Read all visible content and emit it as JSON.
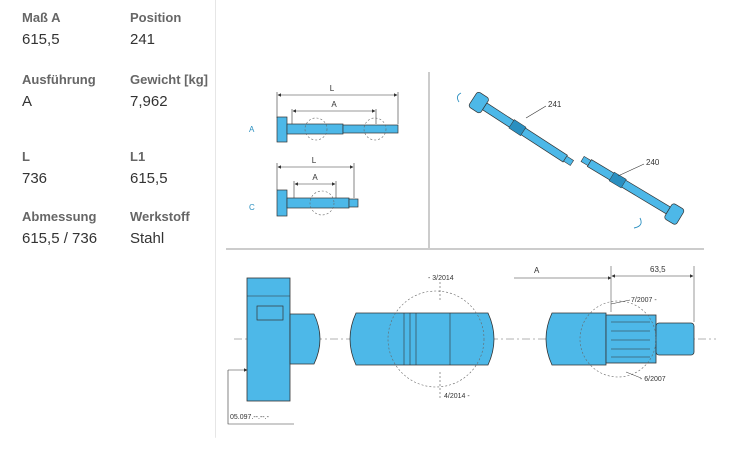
{
  "specs": [
    {
      "label": "Maß A",
      "value": "615,5"
    },
    {
      "label": "Position",
      "value": "241"
    },
    {
      "label": "Ausführung",
      "value": "A"
    },
    {
      "label": "Gewicht [kg]",
      "value": "7,962"
    },
    {
      "label": "L",
      "value": "736"
    },
    {
      "label": "L1",
      "value": "615,5"
    },
    {
      "label": "Abmessung",
      "value": "615,5 / 736"
    },
    {
      "label": "Werkstoff",
      "value": "Stahl"
    }
  ],
  "drawing": {
    "dim_L": "L",
    "dim_A": "A",
    "variant_a": "A",
    "variant_c": "C",
    "pos_241": "241",
    "pos_240": "240",
    "date_3_2014": "- 3/2014",
    "date_4_2014": "4/2014 -",
    "dim_A_bottom": "A",
    "dim_63_5": "63,5",
    "date_7_2007": "7/2007 -",
    "date_6_2007": "- 6/2007",
    "ref_number": "05.097.--.--.-",
    "colors": {
      "part": "#4db8e8",
      "part_dark": "#2a8fc0",
      "line": "#333333",
      "label_blue": "#2a8fc0"
    }
  }
}
